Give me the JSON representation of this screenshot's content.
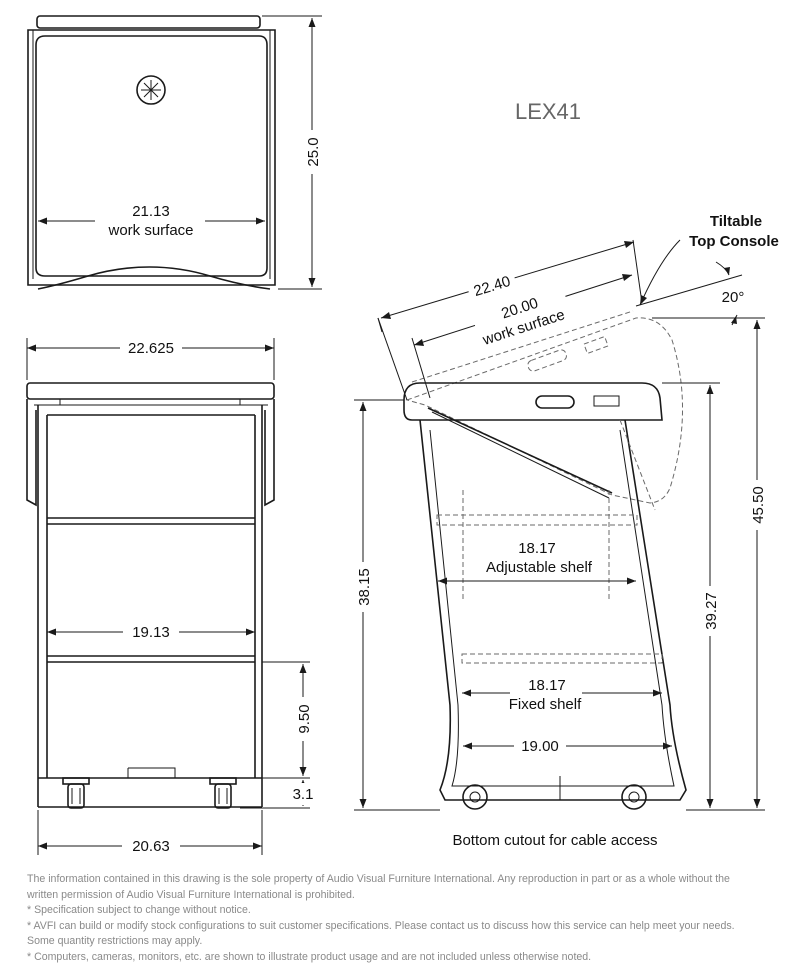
{
  "title": "LEX41",
  "callout": {
    "line1": "Tiltable",
    "line2": "Top Console"
  },
  "top_view": {
    "width": "21.13",
    "width_label": "work surface",
    "depth": "25.0"
  },
  "front_view": {
    "overall_width": "22.625",
    "inner_width": "19.13",
    "base_width": "20.63",
    "shelf_height": "9.50",
    "caster_height": "3.1"
  },
  "side_view": {
    "tilted_depth": "22.40",
    "surface_depth": "20.00",
    "surface_label": "work surface",
    "angle": "20°",
    "height_work": "38.15",
    "height_rear": "39.27",
    "height_tilted": "45.50",
    "adj_shelf_width": "18.17",
    "adj_shelf_label": "Adjustable shelf",
    "fixed_shelf_width": "18.17",
    "fixed_shelf_label": "Fixed shelf",
    "base_depth": "19.00",
    "cutout_label": "Bottom cutout for cable access"
  },
  "notes": [
    "The information contained in this drawing is the sole property of Audio Visual Furniture International. Any reproduction in part or as a whole without the",
    "written permission of Audio Visual Furniture International is prohibited.",
    "* Specification subject to change without notice.",
    "* AVFI can build or modify stock configurations to suit customer specifications. Please contact us to discuss how this service can help meet your needs.",
    "Some quantity restrictions may apply.",
    "* Computers, cameras, monitors, etc. are shown to illustrate product usage and are not included unless otherwise noted."
  ]
}
